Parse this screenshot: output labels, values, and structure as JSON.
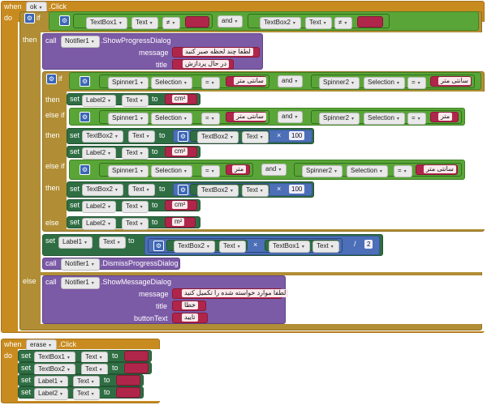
{
  "kw": {
    "when": "when",
    "do": "do",
    "if": "if",
    "then": "then",
    "else_if": "else if",
    "else": "else",
    "call": "call",
    "set": "set",
    "to": "to",
    "and": "and",
    "click": ".Click",
    "neq": "≠",
    "eq": "=",
    "times": "×",
    "div": "/"
  },
  "comp": {
    "ok": "ok",
    "erase": "erase",
    "TextBox1": "TextBox1",
    "TextBox2": "TextBox2",
    "Label1": "Label1",
    "Label2": "Label2",
    "Spinner1": "Spinner1",
    "Spinner2": "Spinner2",
    "Notifier1": "Notifier1"
  },
  "prop": {
    "Text": "Text",
    "Selection": "Selection"
  },
  "methods": {
    "show_progress": ".ShowProgressDialog",
    "dismiss_progress": ".DismissProgressDialog",
    "show_message": ".ShowMessageDialog"
  },
  "params": {
    "message": "message",
    "title": "title",
    "buttonText": "buttonText"
  },
  "strings": {
    "empty": " ",
    "progress_message": "لطفا چند لحظه صبر کنید",
    "progress_title": "در حال پردازش",
    "sq_cm": "سانتی متر",
    "m": "متر",
    "cm2": "cm²",
    "m2": "m²",
    "error_message": "لطفا موارد خواسته شده را تکمیل کنید",
    "error_title": "خطا",
    "confirm": "تایید"
  },
  "numbers": {
    "hundred": "100",
    "two": "2"
  }
}
